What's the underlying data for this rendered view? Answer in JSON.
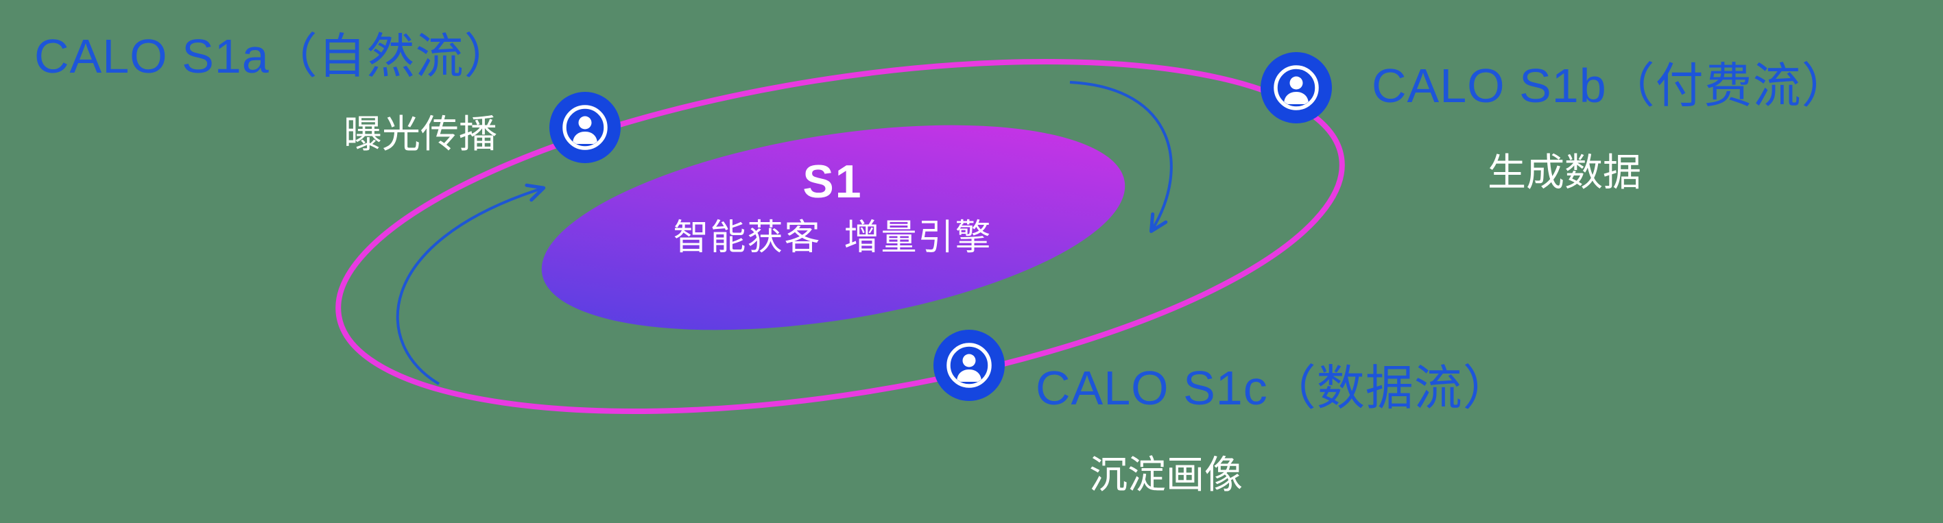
{
  "colors": {
    "bg": "#578b6a",
    "blue-text": "#1d55d9",
    "icon-blue": "#1546df",
    "magenta": "#e93ae1",
    "arrow-blue": "#1e56d4",
    "grad-a": "#4a41e2",
    "grad-b": "#d832e6",
    "white": "#ffffff"
  },
  "core": {
    "title": "S1",
    "subtitle": "智能获客  增量引擎"
  },
  "nodes": [
    {
      "id": "s1a",
      "title": "CALO S1a（自然流）",
      "subtitle": "曝光传播",
      "icon": "user-icon"
    },
    {
      "id": "s1b",
      "title": "CALO S1b（付费流）",
      "subtitle": "生成数据",
      "icon": "user-icon"
    },
    {
      "id": "s1c",
      "title": "CALO S1c（数据流）",
      "subtitle": "沉淀画像",
      "icon": "user-icon"
    }
  ]
}
